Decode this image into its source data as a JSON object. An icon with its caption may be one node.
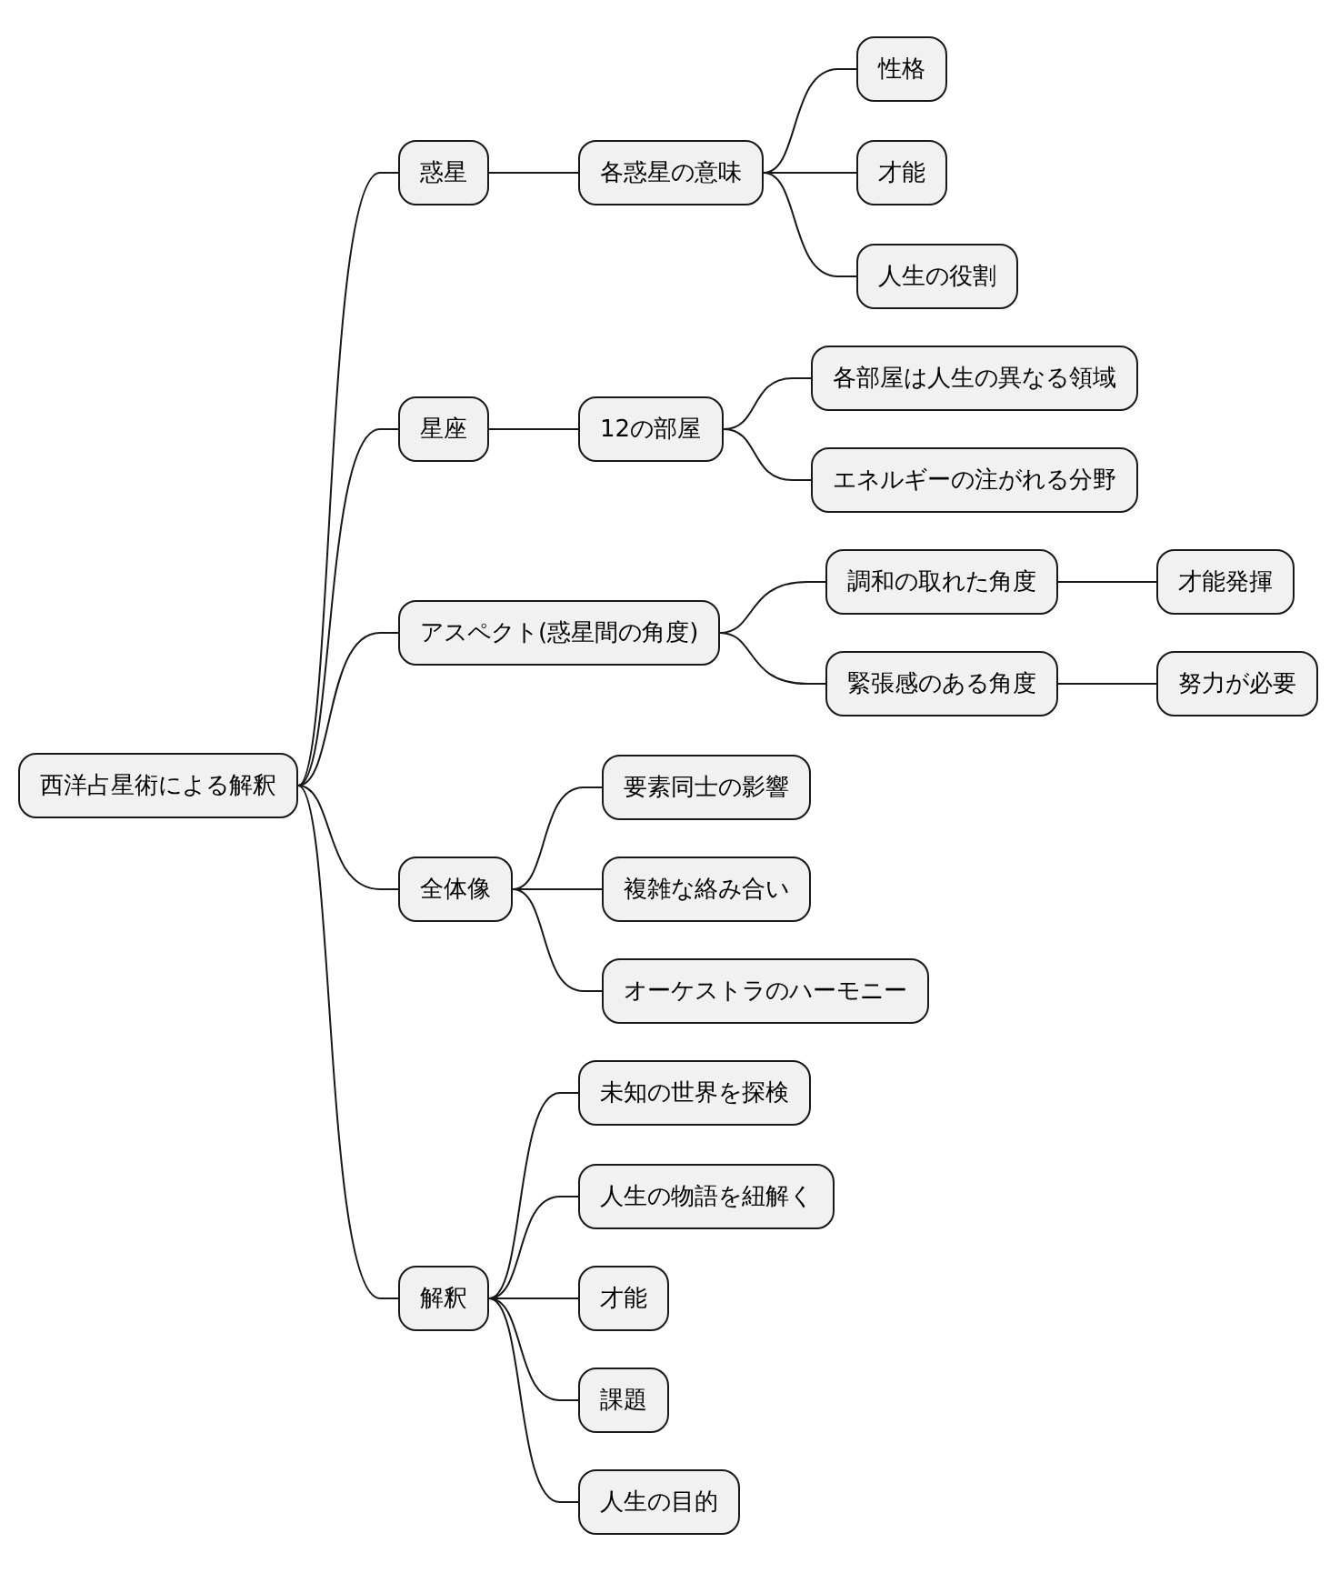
{
  "diagram": {
    "nodes": [
      {
        "text": [
          "西洋占星術による解釈"
        ]
      },
      {
        "text": [
          "惑星"
        ]
      },
      {
        "text": [
          "各惑星の意味"
        ]
      },
      {
        "text": [
          "性格"
        ]
      },
      {
        "text": [
          "才能"
        ]
      },
      {
        "text": [
          "人生の役割"
        ]
      },
      {
        "text": [
          "星座"
        ]
      },
      {
        "text": [
          "12の部屋"
        ]
      },
      {
        "text": [
          "各部屋は人生の異なる領域"
        ]
      },
      {
        "text": [
          "エネルギーの注がれる分野"
        ]
      },
      {
        "text": [
          "アスペクト(惑星間の角度)"
        ]
      },
      {
        "text": [
          "調和の取れた角度"
        ]
      },
      {
        "text": [
          "才能発揮"
        ]
      },
      {
        "text": [
          "緊張感のある角度"
        ]
      },
      {
        "text": [
          "努力が必要"
        ]
      },
      {
        "text": [
          "全体像"
        ]
      },
      {
        "text": [
          "要素同士の影響"
        ]
      },
      {
        "text": [
          "複雑な絡み合い"
        ]
      },
      {
        "text": [
          "オーケストラのハーモニー"
        ]
      },
      {
        "text": [
          "解釈"
        ]
      },
      {
        "text": [
          "未知の世界を探検"
        ]
      },
      {
        "text": [
          "人生の物語を紐解く"
        ]
      },
      {
        "text": [
          "才能"
        ]
      },
      {
        "text": [
          "課題"
        ]
      },
      {
        "text": [
          "人生の目的"
        ]
      }
    ],
    "edges": [
      {
        "from": 0,
        "to": 1,
        "arrow": "none"
      },
      {
        "from": 1,
        "to": 2,
        "arrow": "none"
      },
      {
        "from": 2,
        "to": 3,
        "arrow": "none"
      },
      {
        "from": 2,
        "to": 4,
        "arrow": "none"
      },
      {
        "from": 2,
        "to": 5,
        "arrow": "none"
      },
      {
        "from": 0,
        "to": 6,
        "arrow": "none"
      },
      {
        "from": 6,
        "to": 7,
        "arrow": "none"
      },
      {
        "from": 7,
        "to": 8,
        "arrow": "none"
      },
      {
        "from": 7,
        "to": 9,
        "arrow": "none"
      },
      {
        "from": 0,
        "to": 10,
        "arrow": "none"
      },
      {
        "from": 10,
        "to": 11,
        "arrow": "none"
      },
      {
        "from": 11,
        "to": 12,
        "arrow": "none"
      },
      {
        "from": 10,
        "to": 13,
        "arrow": "none"
      },
      {
        "from": 13,
        "to": 14,
        "arrow": "none"
      },
      {
        "from": 0,
        "to": 15,
        "arrow": "none"
      },
      {
        "from": 15,
        "to": 16,
        "arrow": "none"
      },
      {
        "from": 15,
        "to": 17,
        "arrow": "none"
      },
      {
        "from": 15,
        "to": 18,
        "arrow": "none"
      },
      {
        "from": 0,
        "to": 19,
        "arrow": "none"
      },
      {
        "from": 19,
        "to": 20,
        "arrow": "none"
      },
      {
        "from": 19,
        "to": 21,
        "arrow": "none"
      },
      {
        "from": 19,
        "to": 22,
        "arrow": "none"
      },
      {
        "from": 19,
        "to": 23,
        "arrow": "none"
      },
      {
        "from": 19,
        "to": 24,
        "arrow": "none"
      }
    ]
  }
}
